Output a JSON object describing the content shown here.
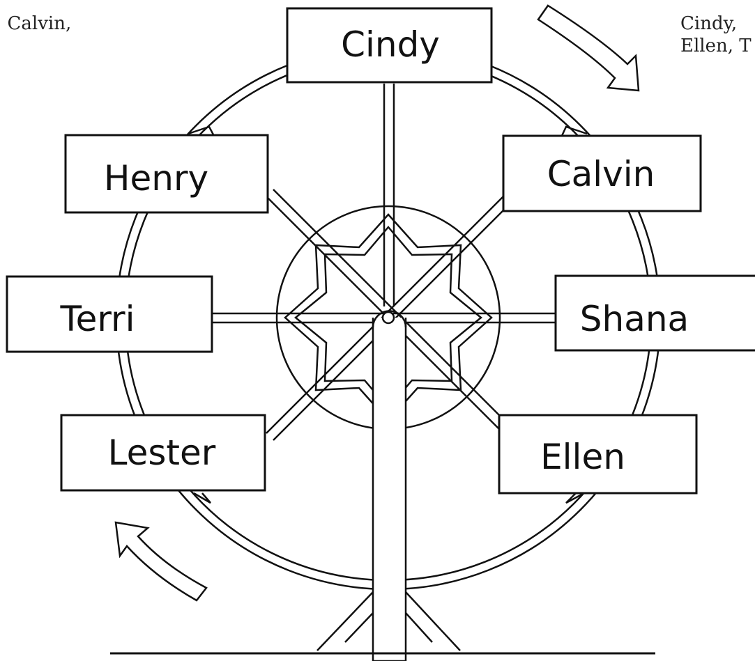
{
  "header_text": {
    "left": ", Calvin,",
    "right_line1": "Cindy,",
    "right_line2": "Ellen, T"
  },
  "cabins": [
    {
      "name": "Cindy"
    },
    {
      "name": "Calvin"
    },
    {
      "name": "Shana"
    },
    {
      "name": "Ellen"
    },
    {
      "name": "Lester"
    },
    {
      "name": "Terri"
    },
    {
      "name": "Henry"
    }
  ],
  "icons": {
    "rotation_arrow": "curved-arrow-icon",
    "hub": "hub-icon"
  },
  "colors": {
    "ink": "#111111",
    "paper": "#ffffff"
  }
}
